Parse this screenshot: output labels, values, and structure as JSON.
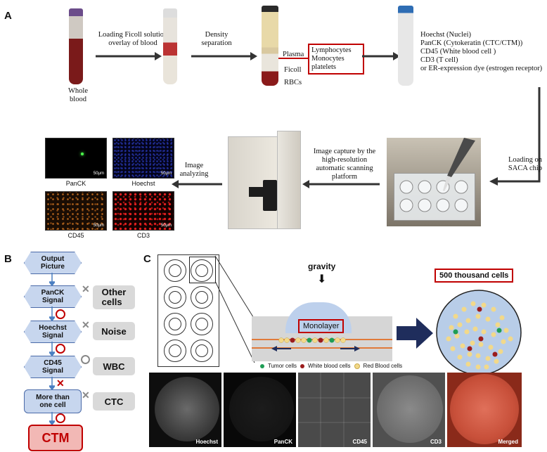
{
  "panels": {
    "a": "A",
    "b": "B",
    "c": "C"
  },
  "section_a": {
    "whole_blood": "Whole\nblood",
    "step1": "Loading Ficoll solution\noverlay of blood",
    "step2": "Density\nseparation",
    "layer_plasma": "Plasma",
    "layer_ficoll": "Ficoll",
    "layer_rbcs": "RBCs",
    "buffy": "Lymphocytes\nMonocytes\nplatelets",
    "stains": [
      "Hoechst (Nuclei)",
      "PanCK (Cytokeratin (CTC/CTM))",
      "CD45 (White blood cell )",
      "CD3 (T cell)",
      "or ER-expression dye (estrogen receptor)"
    ],
    "loading": "Loading on\nSACA chip",
    "capture": "Image capture by the\nhigh-resolution\nautomatic scanning\nplatform",
    "analyze": "Image\nanalyzing",
    "micrographs": [
      {
        "label": "PanCK",
        "scale": "50μm"
      },
      {
        "label": "Hoechst",
        "scale": "50μm"
      },
      {
        "label": "CD45",
        "scale": "50μm"
      },
      {
        "label": "CD3",
        "scale": "50μm"
      }
    ]
  },
  "section_b": {
    "start": "Output\nPicture",
    "q1": "PanCK\nSignal",
    "q2": "Hoechst\nSignal",
    "q3": "CD45\nSignal",
    "q4": "More than\none cell",
    "r1": "Other\ncells",
    "r2": "Noise",
    "r3": "WBC",
    "r4": "CTC",
    "final": "CTM"
  },
  "section_c": {
    "gravity": "gravity",
    "monolayer": "Monolayer",
    "cells_count": "500 thousand cells",
    "legend": [
      "Tumor cells",
      "White blood cells",
      "Red Blood cells"
    ],
    "strips": [
      "Hoechst",
      "PanCK",
      "CD45",
      "CD3",
      "Merged"
    ]
  },
  "colors": {
    "tumor": "#1f9d55",
    "wbc": "#9b1c1c",
    "rbc": "#f2d98a",
    "flow_blue": "#c7d6ee",
    "arrow_navy": "#1f2d5c",
    "ctm_red": "#e06666"
  }
}
